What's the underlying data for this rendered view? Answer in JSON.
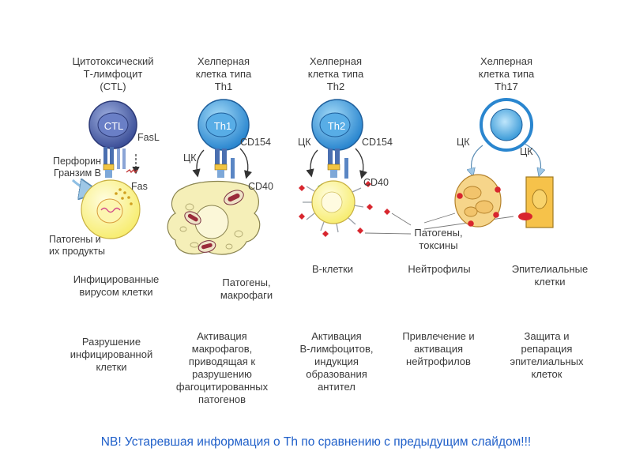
{
  "columns": [
    {
      "title": "Цитотоксический\nТ-лимфоцит\n(CTL)",
      "cell_label": "CTL",
      "target": "Инфицированные\nвирусом клетки",
      "outcome": "Разрушение\nинфицированной\nклетки"
    },
    {
      "title": "Хелперная\nклетка типа\nTh1",
      "cell_label": "Th1",
      "target": "Патогены,\nмакрофаги",
      "outcome": "Активация\nмакрофагов,\nприводящая к\nразрушению\nфагоцитированных\nпатогенов"
    },
    {
      "title": "Хелперная\nклетка типа\nTh2",
      "cell_label": "Th2",
      "target": "В-клетки",
      "outcome": "Активация\nВ-лимфоцитов,\nиндукция\nобразования\nантител"
    },
    {
      "title": "Хелперная\nклетка типа\nTh17",
      "cell_label": "",
      "target": "",
      "outcome": "Привлечение и\nактивация\nнейтрофилов"
    }
  ],
  "extra_columns": {
    "neutrophils_label": "Нейтрофилы",
    "epithelial_label": "Эпителиальные\nклетки",
    "epithelial_outcome": "Защита и\nрепарация\nэпителиальных\nклеток"
  },
  "labels": {
    "fasl": "FasL",
    "perforin": "Перфорин",
    "granzyme": "Гранзим В",
    "fas": "Fas",
    "pathogens_products": "Патогены и\nих продукты",
    "ck": "ЦК",
    "cd154": "CD154",
    "cd40": "CD40",
    "pathogens_toxins": "Патогены,\nтоксины"
  },
  "note": "NB! Устаревшая информация о Th по сравнению с предыдущим слайдом!!!",
  "colors": {
    "ctl_cell": "#4a5fa8",
    "th_cell": "#2f8fd8",
    "infected_cell": "#fff59a",
    "macrophage": "#f5efb8",
    "b_cell": "#fffbc0",
    "neutrophil": "#f4c46a",
    "epithelial": "#f6c24a",
    "pathogen": "#d8262e",
    "receptor": "#4a6fb0",
    "note": "#1f5fc9"
  }
}
